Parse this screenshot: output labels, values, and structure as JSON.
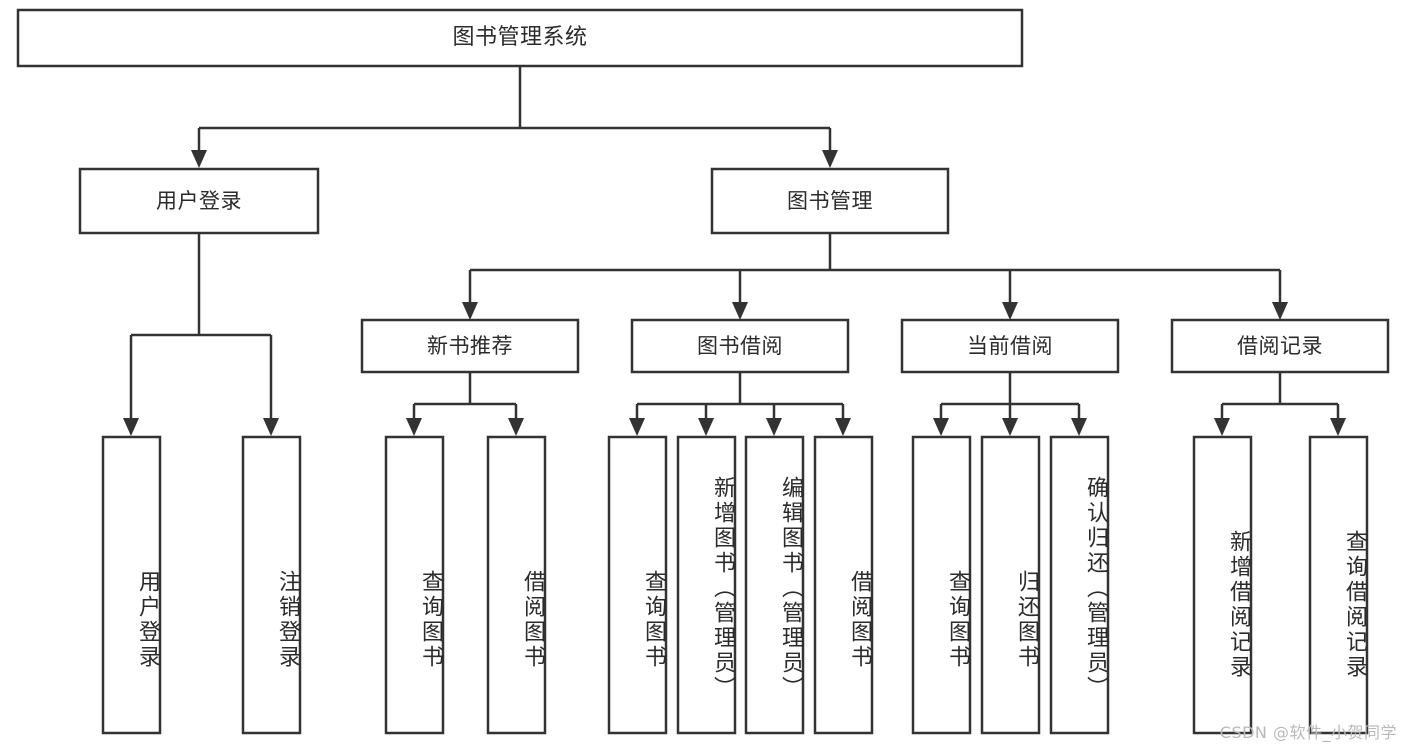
{
  "diagram": {
    "type": "hierarchy-tree",
    "title": "图书管理系统",
    "watermark": "CSDN @软件_小贺同学",
    "colors": {
      "stroke": "#333333",
      "fill": "#ffffff",
      "text": "#2b2b2b",
      "watermark": "#b9b9b9"
    },
    "levels": {
      "root": {
        "label": "图书管理系统"
      },
      "level2": [
        {
          "id": "user-login",
          "label": "用户登录"
        },
        {
          "id": "book-manage",
          "label": "图书管理"
        }
      ],
      "level3": [
        {
          "id": "new-book-rec",
          "label": "新书推荐",
          "parent": "book-manage"
        },
        {
          "id": "book-borrow",
          "label": "图书借阅",
          "parent": "book-manage"
        },
        {
          "id": "current-borrow",
          "label": "当前借阅",
          "parent": "book-manage"
        },
        {
          "id": "borrow-record",
          "label": "借阅记录",
          "parent": "book-manage"
        }
      ],
      "leaves": [
        {
          "id": "leaf-user-login",
          "label": "用户登录",
          "parent": "user-login"
        },
        {
          "id": "leaf-logout",
          "label": "注销登录",
          "parent": "user-login"
        },
        {
          "id": "leaf-query-book-1",
          "label": "查询图书",
          "parent": "new-book-rec"
        },
        {
          "id": "leaf-borrow-book-1",
          "label": "借阅图书",
          "parent": "new-book-rec"
        },
        {
          "id": "leaf-query-book-2",
          "label": "查询图书",
          "parent": "book-borrow"
        },
        {
          "id": "leaf-add-book",
          "label": "新增图书（管理员）",
          "parent": "book-borrow"
        },
        {
          "id": "leaf-edit-book",
          "label": "编辑图书（管理员）",
          "parent": "book-borrow"
        },
        {
          "id": "leaf-borrow-book-2",
          "label": "借阅图书",
          "parent": "book-borrow"
        },
        {
          "id": "leaf-query-book-3",
          "label": "查询图书",
          "parent": "current-borrow"
        },
        {
          "id": "leaf-return-book",
          "label": "归还图书",
          "parent": "current-borrow"
        },
        {
          "id": "leaf-confirm-return",
          "label": "确认归还（管理员）",
          "parent": "current-borrow"
        },
        {
          "id": "leaf-add-record",
          "label": "新增借阅记录",
          "parent": "borrow-record"
        },
        {
          "id": "leaf-query-record",
          "label": "查询借阅记录",
          "parent": "borrow-record"
        }
      ]
    }
  }
}
